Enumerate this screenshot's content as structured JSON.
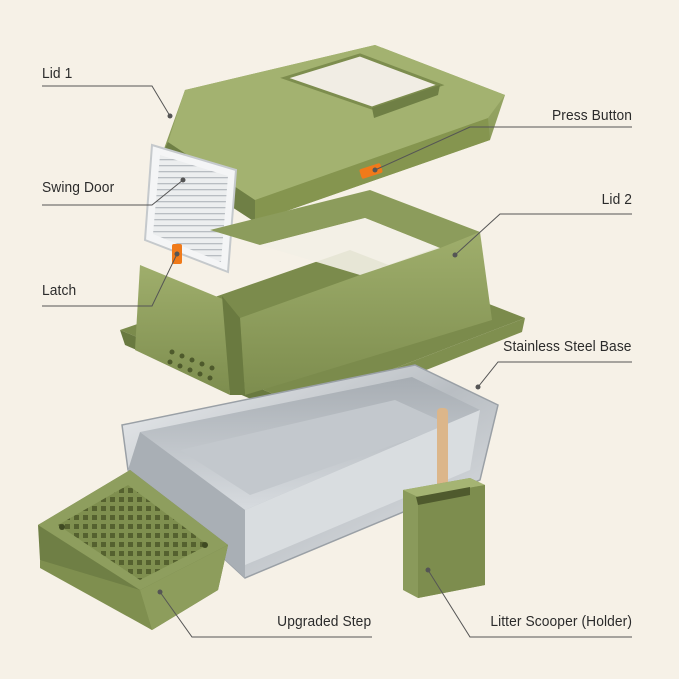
{
  "diagram": {
    "labels": {
      "lid1": "Lid 1",
      "press_button": "Press Button",
      "swing_door": "Swing Door",
      "lid2": "Lid 2",
      "latch": "Latch",
      "stainless_steel_base": "Stainless Steel Base",
      "upgraded_step": "Upgraded Step",
      "litter_scooper": "Litter Scooper (Holder)"
    },
    "colors": {
      "background": "#f6f1e7",
      "plastic_green": "#8a9a5b",
      "plastic_green_dark": "#6f7f45",
      "accent_orange": "#f07a1a",
      "steel": "#c9cdd1",
      "wood": "#dcb68a",
      "text": "#2b2b2b"
    }
  }
}
